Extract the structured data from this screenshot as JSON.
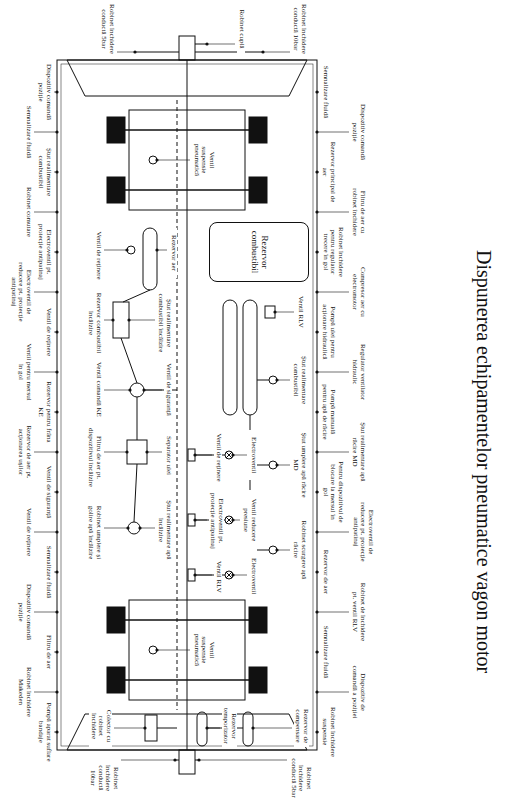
{
  "diagram": {
    "title": "Dispunerea echipamentelor pneumatice vagon motor",
    "nodes": [
      {
        "text": [
          "Rezervor combustibil"
        ]
      }
    ],
    "labels": [
      "Robinet închidere conductă 10bar",
      "Robinet cuplă",
      "Robinet închidere conductă 5bar",
      "Semnalizare fluidă",
      "Dispozitiv comandă poziție",
      "Rezervor principal de aer",
      "Filtru de aer cu robinet închidere",
      "Robinet închidere pentru regulator trecere în gol",
      "Compresor aer cu electromotor",
      "Pompă ulei pentru acționare hidraulică",
      "Regulator ventilator hidraulic",
      "Pompă manuală pentru apă de răcire",
      "Ștut realimentare apă răcire MD",
      "Pentru dispozitivul de blocare la mersul în gol",
      "Electroventil de reducere pt. protecție antipatinaj",
      "Rezervor de aer",
      "Robinet de închidere pt. ventil RLV",
      "Semnalizare fluidă",
      "Dispozitiv de comandă a poziției",
      "Robinet închidere suspensie",
      "Ventil suspensie pneumatică",
      "Ventil RLV",
      "Ștut realimentare combustibil",
      "Ștut umplere apă răcire MD",
      "Robinet scurgere apă răcire",
      "Electroventil",
      "Ventil reducere presiune",
      "Electroventil",
      "Ventil de reținere",
      "Electroventil pt. protecție antipatinaj",
      "Ventil RLV",
      "Rezervor aer",
      "Ventil de reținere",
      "Ștut realimentare combustibil încălzire",
      "Rezervor combustibil încălzire",
      "Ventil de siguranță",
      "Ventil comandă KE",
      "Separator ulei",
      "Filtru de aer pt. dispozitivul încălzire",
      "Ștut realimentare apă încălzire",
      "Robinet umplere și golire apă încălzire",
      "Ventil suspensie pneumatică",
      "Rezervor de compensare",
      "Rezervor temporizator",
      "Colector cu robinet închidere",
      "Robinet închidere conductă 5bar",
      "Robinet închidere conductă 10bar",
      "Dispozitiv comandă poziție",
      "Semnalizare fluidă",
      "Ștut realimentare combustibil",
      "Robinet comutare",
      "Electroventil pt. protecție antipatinaj",
      "Electroventil de reducere pt. protecție antipatinaj",
      "Ventil de reținere",
      "Ventil pentru mersul în gol",
      "Rezervor pentru frâna KE",
      "Rezervor de aer pt. acționarea ușilor",
      "Ventil de siguranță",
      "Ventil de reținere",
      "Semnalizare fluidă",
      "Dispozitiv comandă poziție",
      "Filtru de aer",
      "Robinet închidere Makeden",
      "Pompă aparat suflare bandaje"
    ]
  }
}
